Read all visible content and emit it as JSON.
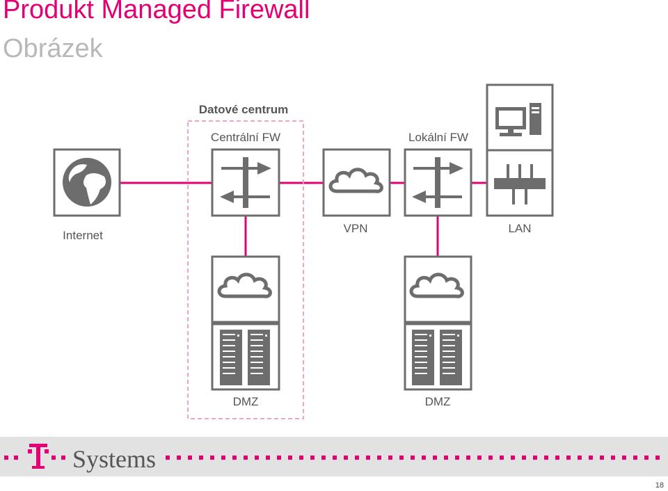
{
  "slide": {
    "title": "Produkt Managed Firewall",
    "subtitle": "Obrázek",
    "page_number": "18"
  },
  "diagram": {
    "datacenter_label": "Datové centrum",
    "central_fw_label": "Centrální FW",
    "local_fw_label": "Lokální FW",
    "internet_label": "Internet",
    "vpn_label": "VPN",
    "lan_label": "LAN",
    "dmz_left_label": "DMZ",
    "dmz_right_label": "DMZ"
  },
  "brand": {
    "logo_text": "Systems",
    "accent_color": "#e20074",
    "box_border_color": "#6d6d6d",
    "icon_color": "#6d6d6d"
  }
}
